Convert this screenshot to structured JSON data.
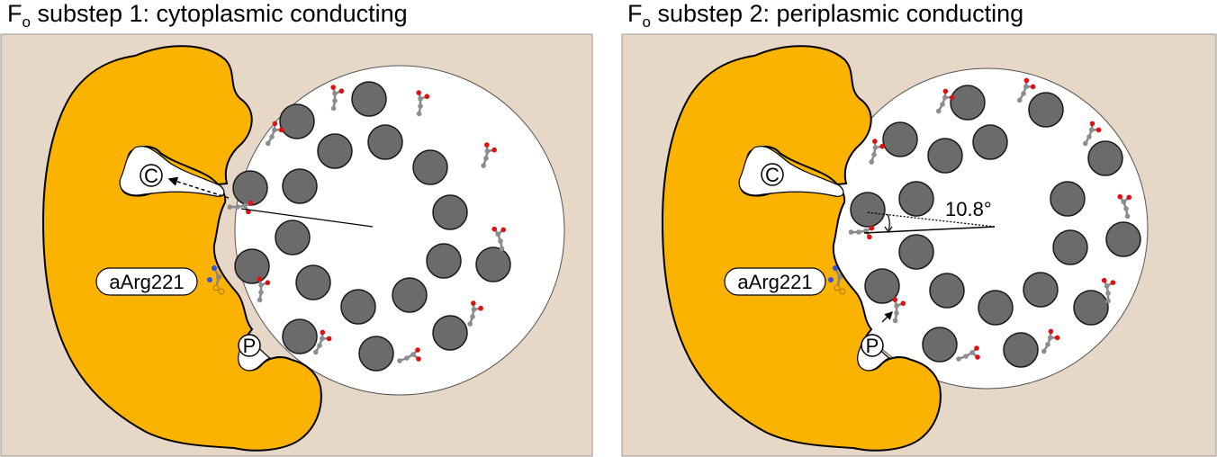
{
  "panels": [
    {
      "title_prefix": "F",
      "title_subscript": "o",
      "title_suffix": " substep 1: cytoplasmic conducting",
      "channel_c_label": "C",
      "channel_p_label": "P",
      "residue_label": "aArg221",
      "angle_label": ""
    },
    {
      "title_prefix": "F",
      "title_subscript": "o",
      "title_suffix": " substep 2: periplasmic conducting",
      "channel_c_label": "C",
      "channel_p_label": "P",
      "residue_label": "aArg221",
      "angle_label": "10.8°"
    }
  ],
  "colors": {
    "background": "#e6d7c6",
    "a_subunit": "#fbb300",
    "c_ring_helix": "#6b6b6b",
    "ring_fill": "#ffffff",
    "carbon": "#8d8d8d",
    "oxygen": "#dd1111",
    "nitrogen": "#3355dd"
  }
}
